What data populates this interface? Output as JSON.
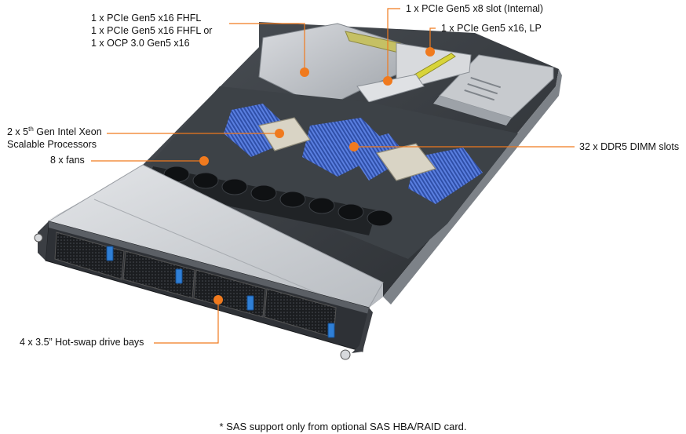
{
  "callouts": {
    "pcie_fhfl_line1": "1 x PCIe Gen5 x16 FHFL",
    "pcie_fhfl_line2": "1 x PCIe Gen5 x16 FHFL or",
    "pcie_fhfl_line3": "1 x OCP 3.0 Gen5 x16",
    "pcie_x8_internal": "1 x PCIe Gen5 x8 slot (Internal)",
    "pcie_x16_lp": "1 x PCIe Gen5 x16, LP",
    "cpu_line1_prefix": "2 x 5",
    "cpu_line1_sup": "th",
    "cpu_line1_suffix": " Gen Intel Xeon",
    "cpu_line2": "Scalable Processors",
    "fans": "8 x fans",
    "dimm": "32 x DDR5 DIMM slots",
    "drive_bays": "4 x 3.5” Hot-swap drive bays"
  },
  "footnote": "* SAS support only from optional SAS HBA/RAID card.",
  "colors": {
    "accent_orange": "#f07a1e",
    "dimm_blue": "#3a5fbf",
    "drive_latch_blue": "#2f7fd6",
    "chassis_silver": "#c9ccd0",
    "chassis_dark": "#2b2e33"
  },
  "icons": [
    "callout-dot-icon",
    "server-chassis-illustration"
  ]
}
